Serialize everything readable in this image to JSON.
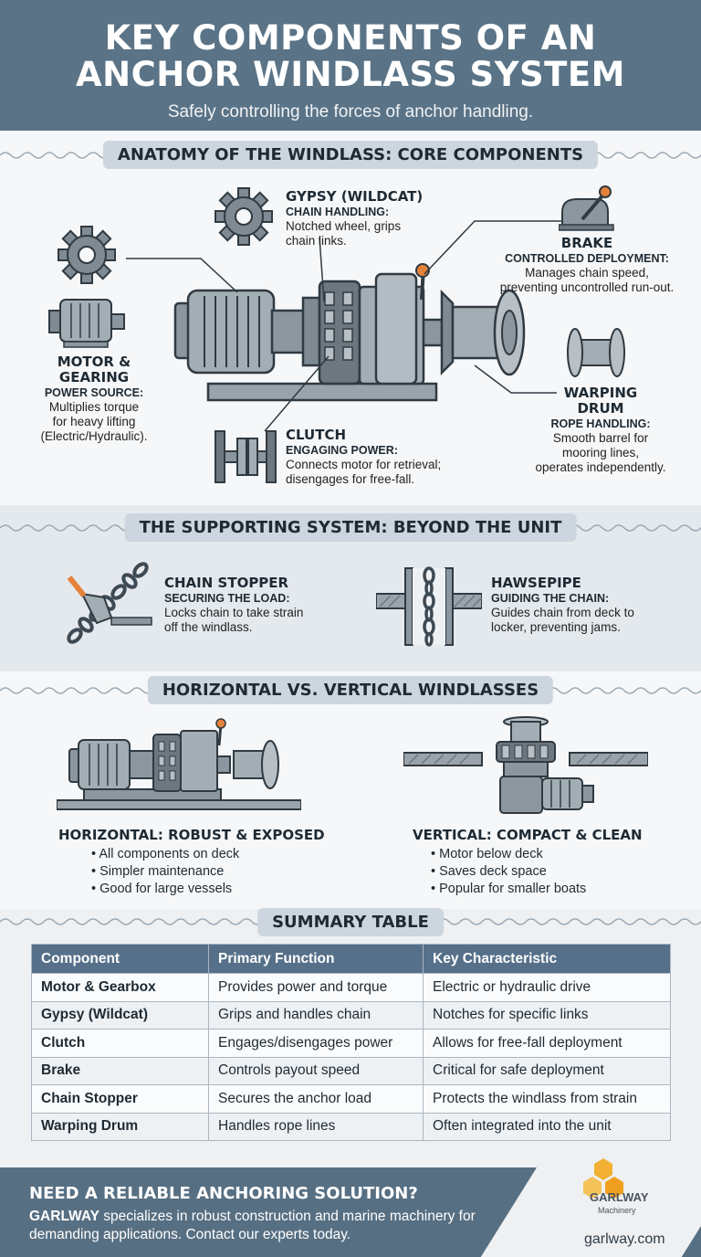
{
  "header": {
    "title_line1": "KEY COMPONENTS OF AN",
    "title_line2": "ANCHOR WINDLASS SYSTEM",
    "subtitle": "Safely controlling the forces of anchor handling."
  },
  "anatomy": {
    "heading": "ANATOMY OF THE WINDLASS: CORE COMPONENTS",
    "gypsy": {
      "title": "GYPSY (WILDCAT)",
      "sub": "CHAIN HANDLING:",
      "desc1": "Notched wheel, grips",
      "desc2": "chain links."
    },
    "brake": {
      "title": "BRAKE",
      "sub": "CONTROLLED DEPLOYMENT:",
      "desc1": "Manages chain speed,",
      "desc2": "preventing uncontrolled run-out."
    },
    "motor": {
      "title1": "MOTOR &",
      "title2": "GEARING",
      "sub": "POWER SOURCE:",
      "desc1": "Multiplies torque",
      "desc2": "for heavy lifting",
      "desc3": "(Electric/Hydraulic)."
    },
    "drum": {
      "title1": "WARPING",
      "title2": "DRUM",
      "sub": "ROPE HANDLING:",
      "desc1": "Smooth barrel for",
      "desc2": "mooring lines,",
      "desc3": "operates independently."
    },
    "clutch": {
      "title": "CLUTCH",
      "sub": "ENGAGING POWER:",
      "desc1": "Connects motor for retrieval;",
      "desc2": "disengages for free-fall."
    }
  },
  "supporting": {
    "heading": "THE SUPPORTING SYSTEM: BEYOND THE UNIT",
    "stopper": {
      "title": "CHAIN STOPPER",
      "sub": "SECURING THE LOAD:",
      "desc1": "Locks chain to take strain",
      "desc2": "off the windlass."
    },
    "hawse": {
      "title": "HAWSEPIPE",
      "sub": "GUIDING THE CHAIN:",
      "desc1": "Guides chain from deck to",
      "desc2": "locker, preventing jams."
    }
  },
  "types": {
    "heading": "HORIZONTAL VS. VERTICAL WINDLASSES",
    "horizontal": {
      "title": "HORIZONTAL: ROBUST & EXPOSED",
      "items": [
        "All components on deck",
        "Simpler maintenance",
        "Good for large vessels"
      ]
    },
    "vertical": {
      "title": "VERTICAL: COMPACT & CLEAN",
      "items": [
        "Motor below deck",
        "Saves deck space",
        "Popular for smaller boats"
      ]
    }
  },
  "summary": {
    "heading": "SUMMARY TABLE",
    "columns": [
      "Component",
      "Primary Function",
      "Key Characteristic"
    ],
    "rows": [
      [
        "Motor & Gearbox",
        "Provides power and torque",
        "Electric or hydraulic drive"
      ],
      [
        "Gypsy (Wildcat)",
        "Grips and handles chain",
        "Notches for specific links"
      ],
      [
        "Clutch",
        "Engages/disengages power",
        "Allows for free-fall deployment"
      ],
      [
        "Brake",
        "Controls payout speed",
        "Critical for safe deployment"
      ],
      [
        "Chain Stopper",
        "Secures the anchor load",
        "Protects the windlass from strain"
      ],
      [
        "Warping Drum",
        "Handles rope lines",
        "Often integrated into the unit"
      ]
    ]
  },
  "footer": {
    "question": "NEED A RELIABLE ANCHORING SOLUTION?",
    "brand": "GARLWAY",
    "text": " specializes in robust construction and marine machinery for demanding applications. Contact our experts today.",
    "logo_name": "GARLWAY",
    "logo_sub": "Machinery",
    "website": "garlway.com"
  },
  "colors": {
    "header": "#5a7386",
    "accent_orange": "#e5823a",
    "metal": "#8c969e",
    "table_header": "#56708a"
  }
}
